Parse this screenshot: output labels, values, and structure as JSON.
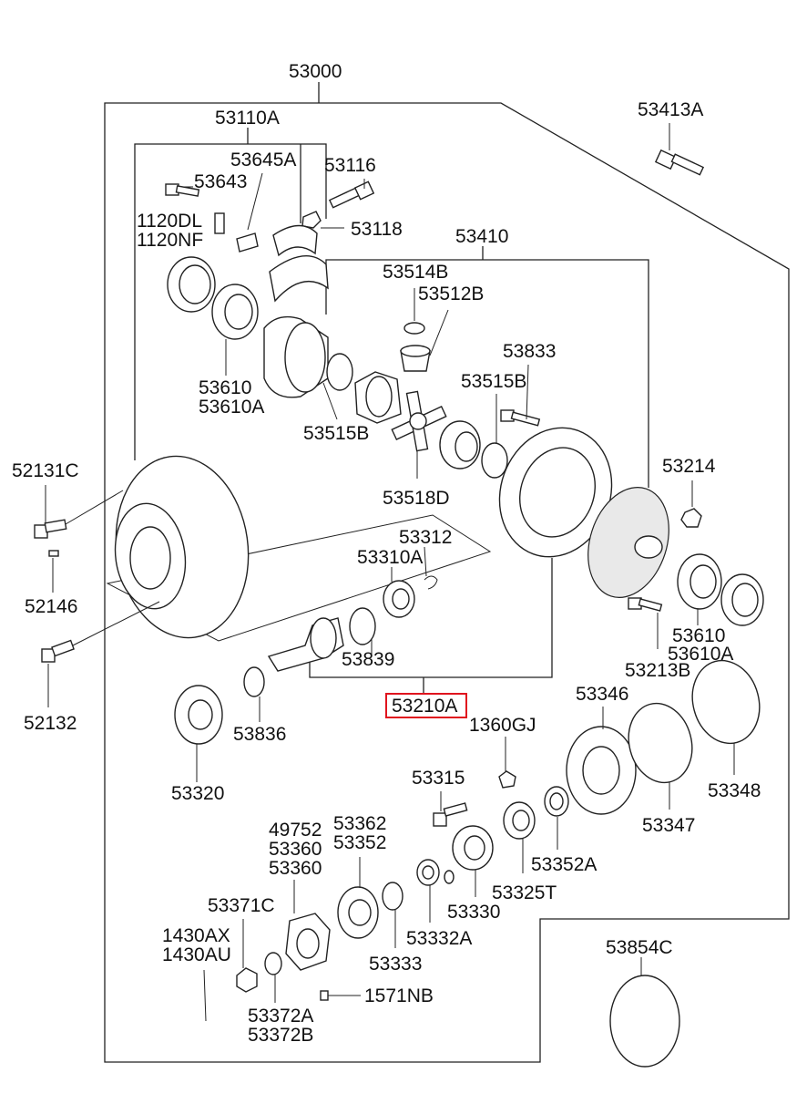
{
  "labels": {
    "l53000": "53000",
    "l53110A": "53110A",
    "l53645A": "53645A",
    "l53116": "53116",
    "l53643": "53643",
    "l1120DL": "1120DL",
    "l1120NF": "1120NF",
    "l53118": "53118",
    "l53413A": "53413A",
    "l53410": "53410",
    "l53514B": "53514B",
    "l53512B": "53512B",
    "l53833": "53833",
    "l53515B_r": "53515B",
    "l53610_l": "53610",
    "l53610A_l": "53610A",
    "l53515B_l": "53515B",
    "l52131C": "52131C",
    "l53518D": "53518D",
    "l53214": "53214",
    "l53312": "53312",
    "l53310A": "53310A",
    "l52146": "52146",
    "l53839": "53839",
    "l53610_r": "53610",
    "l53610A_r": "53610A",
    "l53213B": "53213B",
    "l52132": "52132",
    "l53210A": "53210A",
    "l53346": "53346",
    "l1360GJ": "1360GJ",
    "l53836": "53836",
    "l53315": "53315",
    "l53320": "53320",
    "l53348": "53348",
    "l53347": "53347",
    "l49752": "49752",
    "l53360a": "53360",
    "l53360b": "53360",
    "l53362": "53362",
    "l53352": "53352",
    "l53352A": "53352A",
    "l53325T": "53325T",
    "l53371C": "53371C",
    "l53330": "53330",
    "l1430AX": "1430AX",
    "l1430AU": "1430AU",
    "l53332A": "53332A",
    "l53333": "53333",
    "l53854C": "53854C",
    "l53372A": "53372A",
    "l53372B": "53372B",
    "l1571NB": "1571NB"
  },
  "colors": {
    "highlight": "#e0141e",
    "line": "#222222",
    "background": "#ffffff"
  }
}
